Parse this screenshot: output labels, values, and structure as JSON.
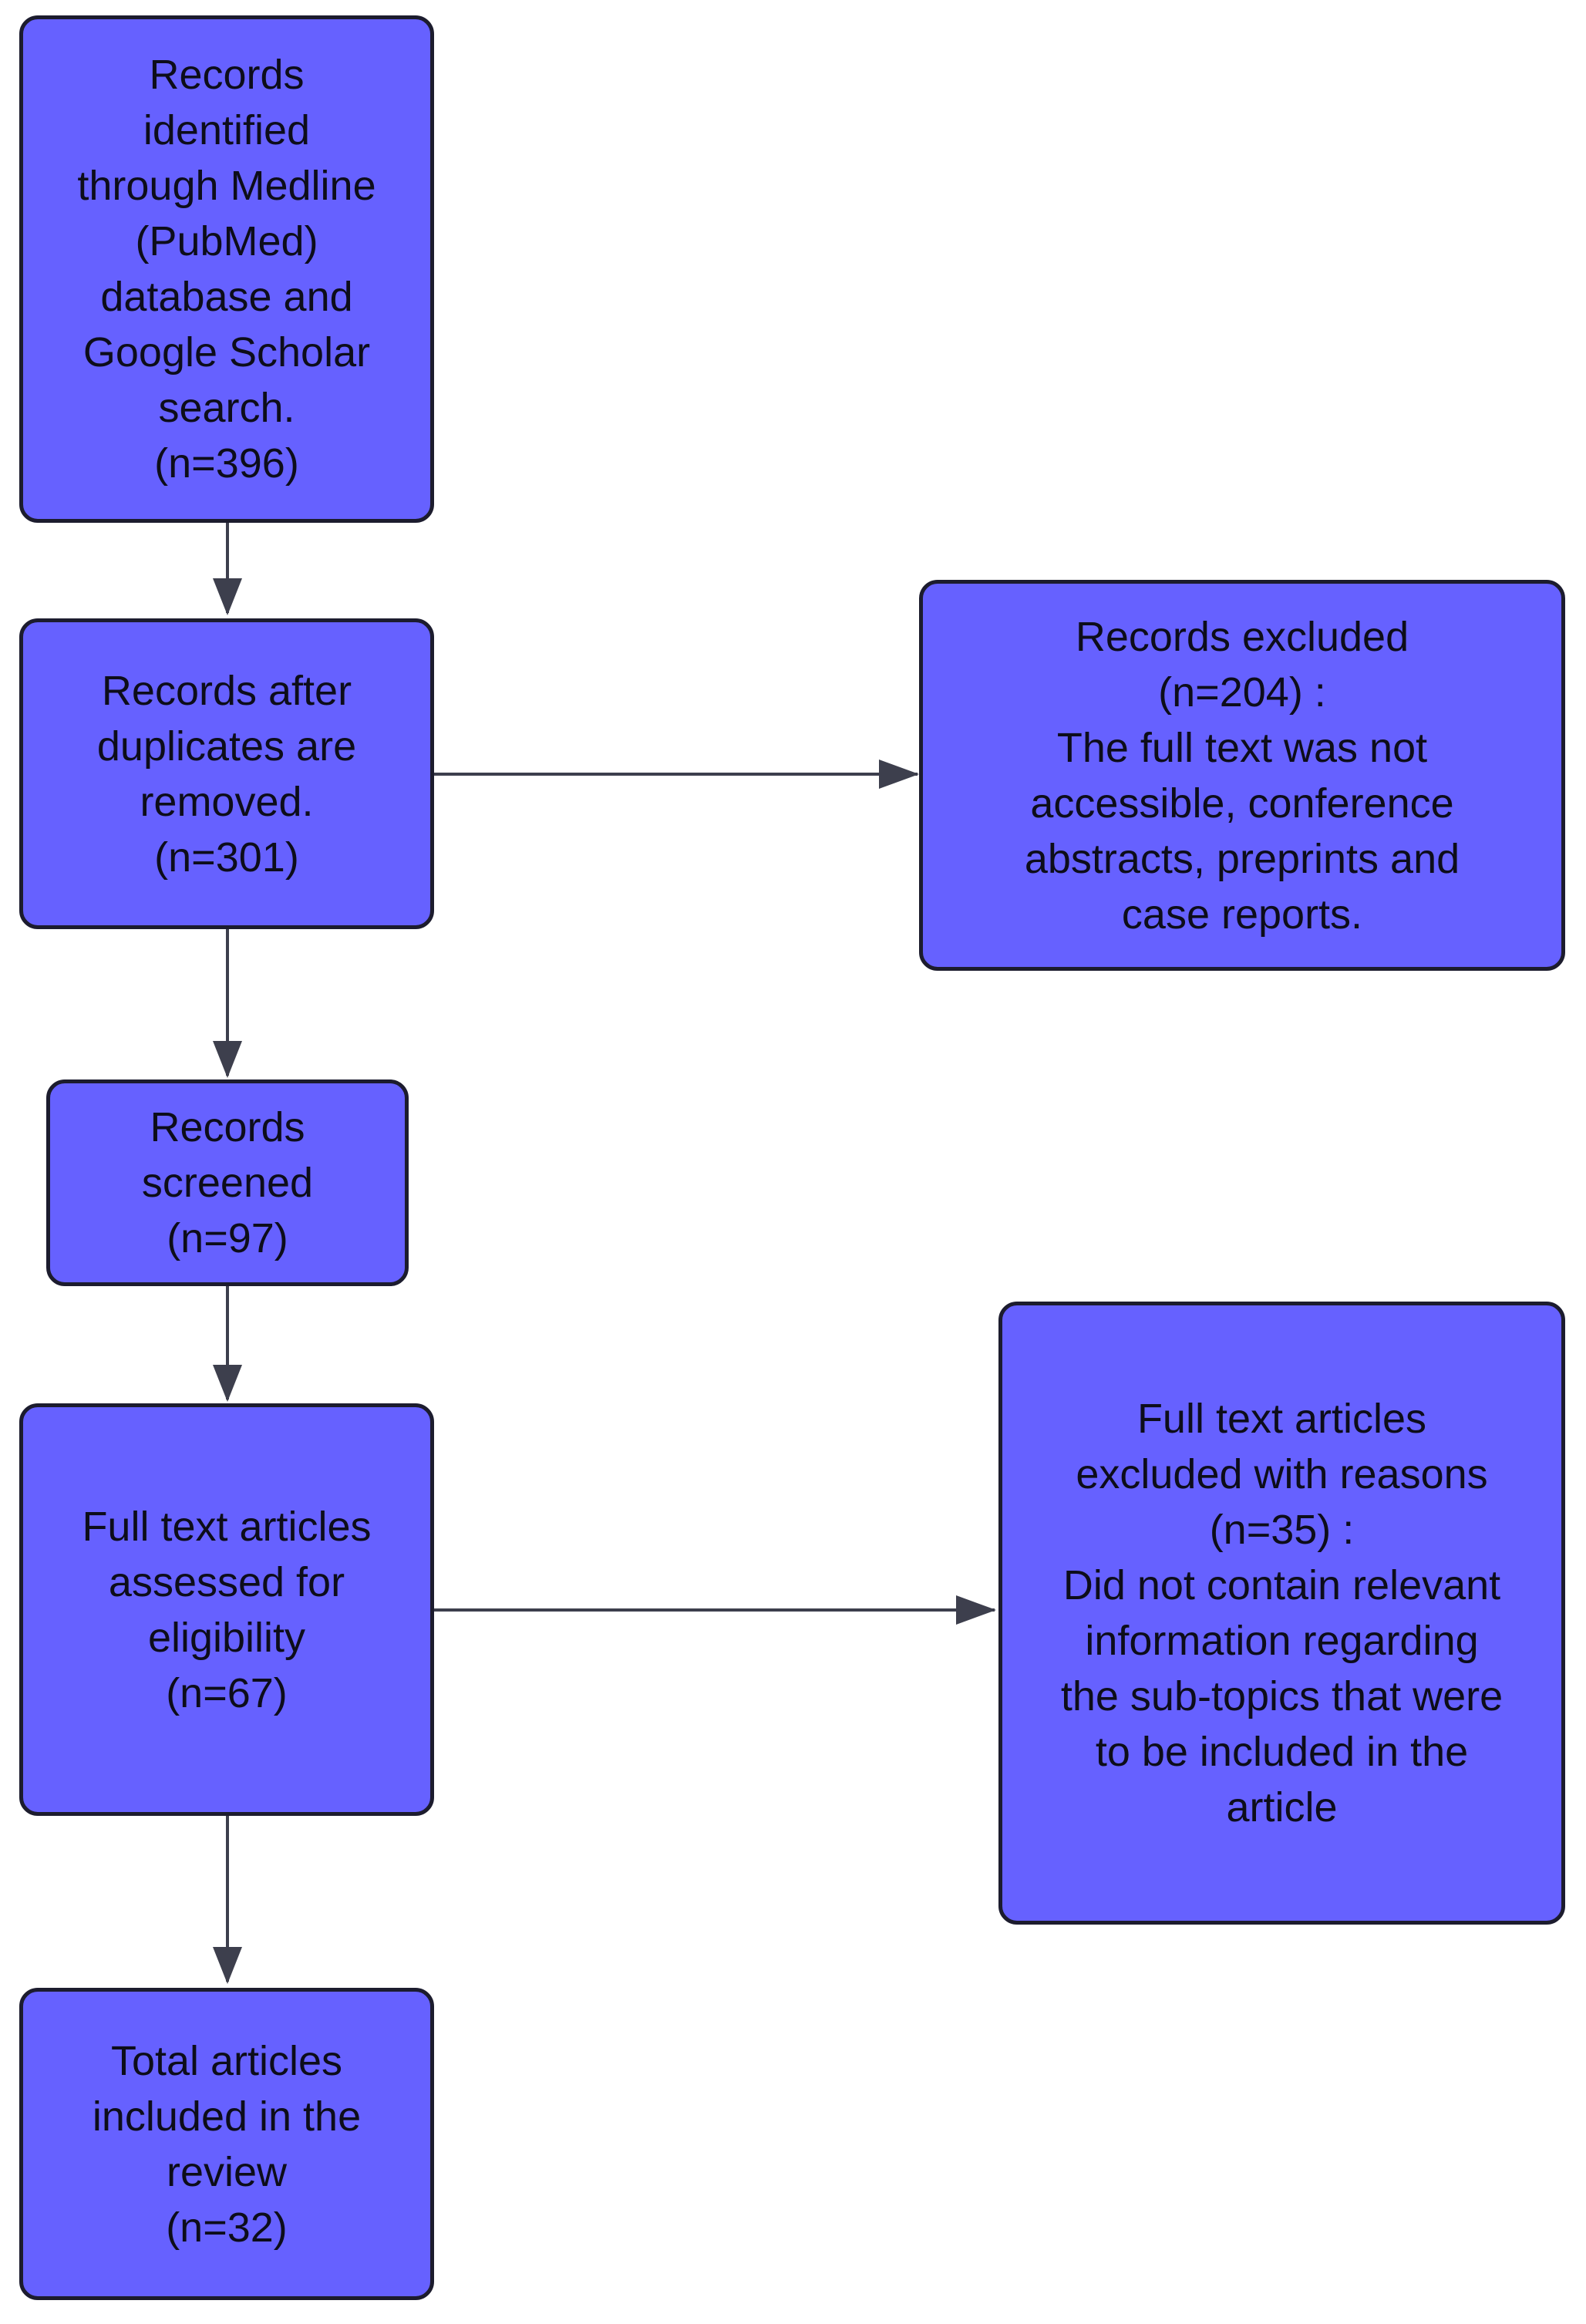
{
  "colors": {
    "box_fill": "#6661ff",
    "box_border": "#1c1c2e",
    "arrow": "#3d3f4d",
    "text": "#0d0d1a"
  },
  "boxes": {
    "identified": {
      "lines": [
        "Records",
        "identified",
        "through Medline",
        "(PubMed)",
        "database and",
        "Google Scholar",
        "search.",
        "(n=396)"
      ]
    },
    "after_duplicates": {
      "lines": [
        "Records after",
        "duplicates are",
        "removed.",
        "(n=301)"
      ]
    },
    "records_excluded": {
      "lines": [
        "Records excluded",
        "(n=204) :",
        "The full text was not",
        "accessible, conference",
        "abstracts, preprints and",
        "case reports."
      ]
    },
    "screened": {
      "lines": [
        "Records",
        "screened",
        "(n=97)"
      ]
    },
    "full_text_assessed": {
      "lines": [
        "Full text articles",
        "assessed for",
        "eligibility",
        "(n=67)"
      ]
    },
    "full_text_excluded": {
      "lines": [
        "Full text articles",
        "excluded with reasons",
        "(n=35) :",
        "Did not contain relevant",
        "information regarding",
        "the sub-topics that were",
        "to be included in the",
        "article"
      ]
    },
    "included": {
      "lines": [
        "Total articles",
        "included in the",
        "review",
        "(n=32)"
      ]
    }
  }
}
